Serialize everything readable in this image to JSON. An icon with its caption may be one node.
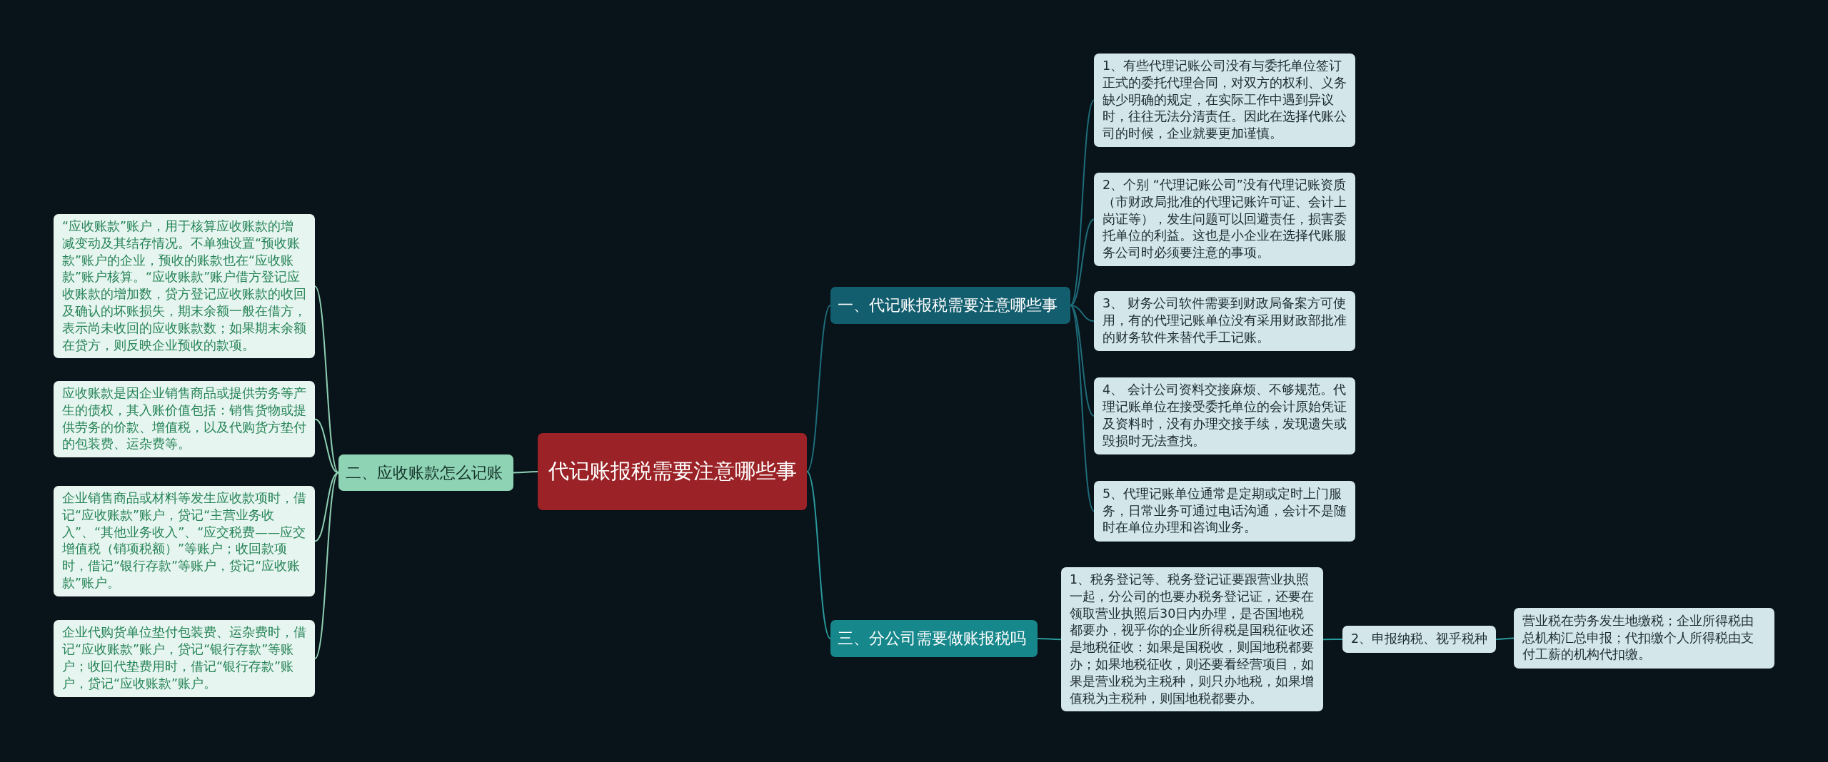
{
  "diagram": {
    "nodes": [
      {
        "text": [
          "代记账报税需要注意哪些事"
        ]
      },
      {
        "text": [
          "一、代记账报税需要注意哪些事"
        ]
      },
      {
        "text": [
          "1、有些代理记账公司没有与委托单位签订正式的委托代理合同，对双方的权利、义务缺少明确的规定，在实际工作中遇到异议时，往往无法分清责任。因此在选择代账公司的时候，企业就要更加谨慎。"
        ]
      },
      {
        "text": [
          "2、个别 “代理记账公司”没有代理记账资质（市财政局批准的代理记账许可证、会计上岗证等），发生问题可以回避责任，损害委托单位的利益。这也是小企业在选择代账服务公司时必须要注意的事项。"
        ]
      },
      {
        "text": [
          "3、 财务公司软件需要到财政局备案方可使用，有的代理记账单位没有采用财政部批准的财务软件来替代手工记账。"
        ]
      },
      {
        "text": [
          "4、 会计公司资料交接麻烦、不够规范。代理记账单位在接受委托单位的会计原始凭证及资料时，没有办理交接手续，发现遗失或毁损时无法查找。"
        ]
      },
      {
        "text": [
          "5、代理记账单位通常是定期或定时上门服务，日常业务可通过电话沟通，会计不是随时在单位办理和咨询业务。"
        ]
      },
      {
        "text": [
          "三、分公司需要做账报税吗"
        ]
      },
      {
        "text": [
          "1、税务登记等、税务登记证要跟营业执照一起，分公司的也要办税务登记证，还要在领取营业执照后30日内办理，是否国地税都要办，视乎你的企业所得税是国税征收还是地税征收：如果是国税收，则国地税都要办；如果地税征收，则还要看经营项目，如果是营业税为主税种，则只办地税，如果增值税为主税种，则国地税都要办。"
        ]
      },
      {
        "text": [
          "2、申报纳税、视乎税种"
        ]
      },
      {
        "text": [
          "营业税在劳务发生地缴税；企业所得税由总机构汇总申报；代扣缴个人所得税由支付工薪的机构代扣缴。"
        ]
      },
      {
        "text": [
          "二、应收账款怎么记账"
        ]
      },
      {
        "text": [
          "“应收账款”账户，用于核算应收账款的增减变动及其结存情况。不单独设置“预收账款”账户的企业，预收的账款也在“应收账款”账户核算。“应收账款”账户借方登记应收账款的增加数，贷方登记应收账款的收回及确认的坏账损失，期末余额一般在借方，表示尚未收回的应收账款数；如果期末余额在贷方，则反映企业预收的款项。"
        ]
      },
      {
        "text": [
          "应收账款是因企业销售商品或提供劳务等产生的债权，其入账价值包括：销售货物或提供劳务的价款、增值税，以及代购货方垫付的包装费、运杂费等。"
        ]
      },
      {
        "text": [
          "企业销售商品或材料等发生应收款项时，借记“应收账款”账户，贷记“主营业务收入”、“其他业务收入”、“应交税费——应交增值税（销项税额）”等账户；收回款项时，借记“银行存款”等账户，贷记“应收账款”账户。"
        ]
      },
      {
        "text": [
          "企业代购货单位垫付包装费、运杂费时，借记“应收账款”账户，贷记“银行存款”等账户；收回代垫费用时，借记“银行存款”账户，贷记“应收账款”账户。"
        ]
      }
    ],
    "edges": [
      {
        "from": 0,
        "to": 1,
        "arrow": "none"
      },
      {
        "from": 1,
        "to": 2,
        "arrow": "none"
      },
      {
        "from": 1,
        "to": 3,
        "arrow": "none"
      },
      {
        "from": 1,
        "to": 4,
        "arrow": "none"
      },
      {
        "from": 1,
        "to": 5,
        "arrow": "none"
      },
      {
        "from": 1,
        "to": 6,
        "arrow": "none"
      },
      {
        "from": 0,
        "to": 7,
        "arrow": "none",
        "color": "#2a9a9c"
      },
      {
        "from": 7,
        "to": 8,
        "arrow": "none",
        "color": "#2a9a9c"
      },
      {
        "from": 8,
        "to": 9,
        "arrow": "none",
        "color": "#2a9a9c"
      },
      {
        "from": 9,
        "to": 10,
        "arrow": "none",
        "color": "#2a9a9c"
      },
      {
        "from": 0,
        "to": 11,
        "arrow": "none",
        "color": "#8fcfb2"
      },
      {
        "from": 11,
        "to": 12,
        "arrow": "none",
        "color": "#8fcfb2"
      },
      {
        "from": 11,
        "to": 13,
        "arrow": "none",
        "color": "#8fcfb2"
      },
      {
        "from": 11,
        "to": 14,
        "arrow": "none",
        "color": "#8fcfb2"
      },
      {
        "from": 11,
        "to": 15,
        "arrow": "none",
        "color": "#8fcfb2"
      }
    ]
  }
}
